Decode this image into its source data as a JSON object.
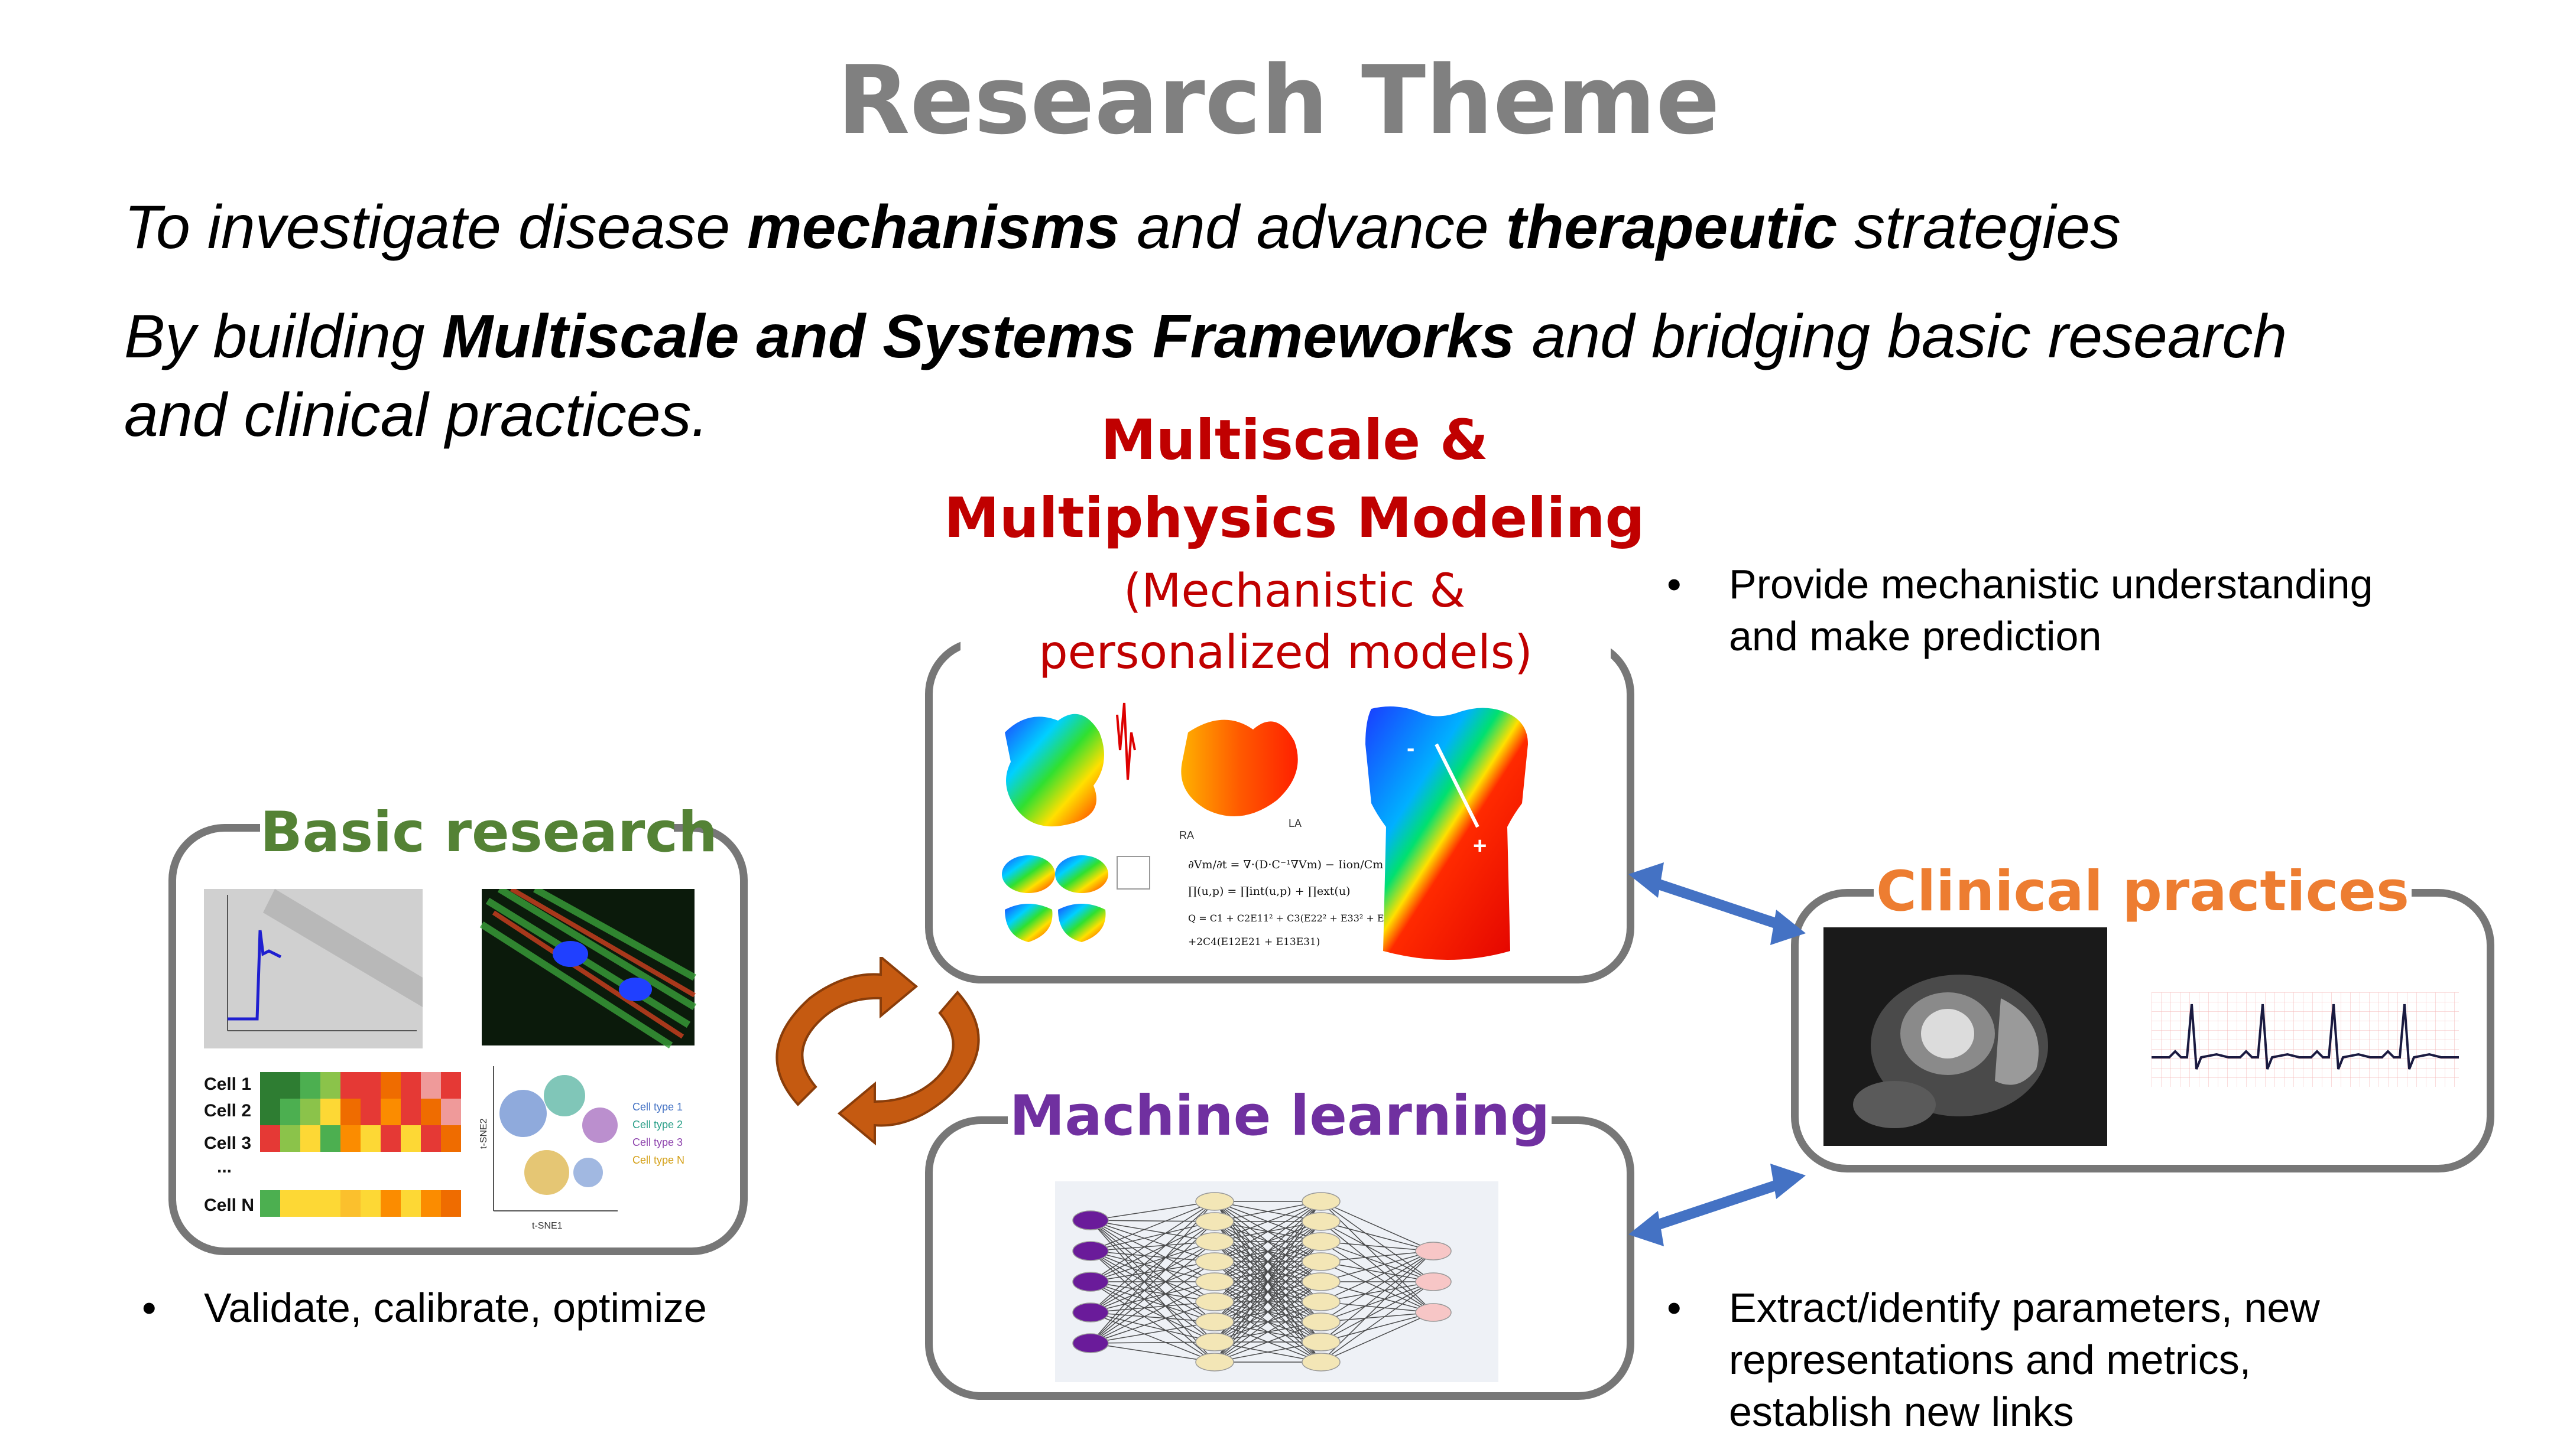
{
  "title": "Research Theme",
  "aims": {
    "line1": {
      "a": "To investigate disease ",
      "b": "mechanisms",
      "c": " and advance ",
      "d": "therapeutic",
      "e": " strategies"
    },
    "line2": {
      "a": "By building ",
      "b": "Multiscale and Systems Frameworks",
      "c": " and bridging basic research"
    },
    "line3": "and clinical practices."
  },
  "modeling": {
    "title1": "Multiscale &",
    "title2": "Multiphysics Modeling",
    "subtitle1": "(Mechanistic &",
    "subtitle2": "personalized models)",
    "color": "#c00000",
    "label_ra": "RA",
    "label_la": "LA",
    "eq1": "∂Vm/∂t = ∇·(D·C⁻¹∇Vm) − Iion/Cm",
    "eq2": "∏(u,p) = ∏int(u,p) + ∏ext(u)",
    "eq3": "Q = C1 + C2E11² + C3(E22² + E33² + E23²)",
    "eq4": "+2C4(E12E21 + E13E31)",
    "minus": "-",
    "plus": "+"
  },
  "basic": {
    "title": "Basic research",
    "color": "#548235",
    "cells": [
      "Cell 1",
      "Cell 2",
      "Cell 3",
      "...",
      "Cell N"
    ],
    "legend": [
      "Cell type 1",
      "Cell type 2",
      "Cell type 3",
      "Cell type N"
    ],
    "legend_colors": [
      "#4472c4",
      "#2ca089",
      "#8e44ad",
      "#d4a017"
    ],
    "axis_x": "t-SNE1",
    "axis_y": "t-SNE2"
  },
  "ml": {
    "title": "Machine learning",
    "color": "#7030a0"
  },
  "clinical": {
    "title": "Clinical practices",
    "color": "#ed7d31"
  },
  "bullets": {
    "dot": "•",
    "mechanistic_1": "Provide mechanistic understanding",
    "mechanistic_2": "and make prediction",
    "validate": "Validate, calibrate, optimize",
    "extract_1": "Extract/identify parameters, new",
    "extract_2": "representations and metrics,",
    "extract_3": "establish new links"
  },
  "colors": {
    "box_border": "#777777",
    "cycle_arrow": "#c55a11",
    "link_arrow": "#4472c4"
  }
}
